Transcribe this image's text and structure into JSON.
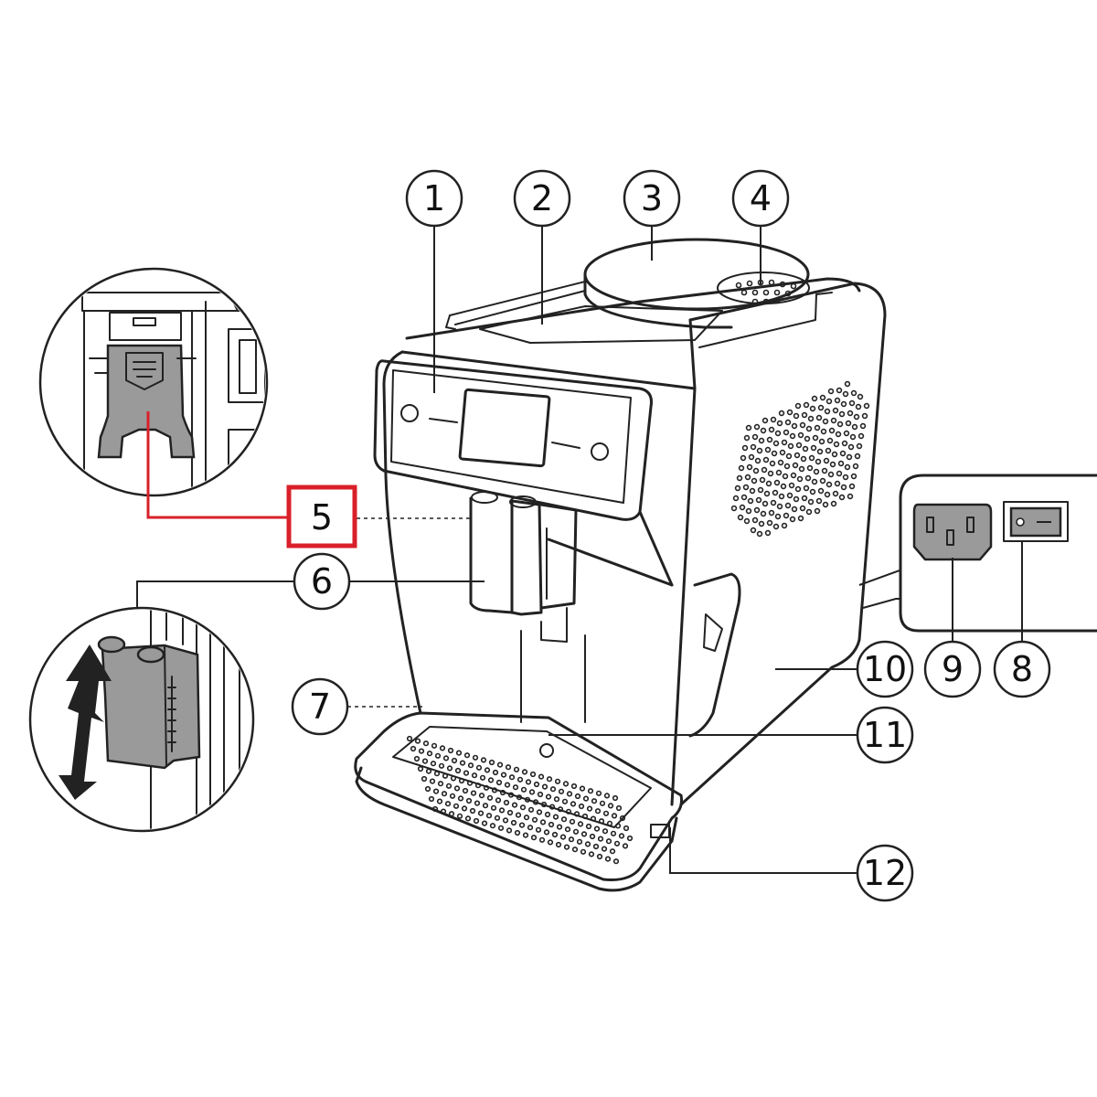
{
  "callouts": [
    {
      "label": "1"
    },
    {
      "label": "2"
    },
    {
      "label": "3"
    },
    {
      "label": "4"
    },
    {
      "label": "5"
    },
    {
      "label": "6"
    },
    {
      "label": "7"
    },
    {
      "label": "8"
    },
    {
      "label": "9"
    },
    {
      "label": "10"
    },
    {
      "label": "11"
    },
    {
      "label": "12"
    }
  ],
  "colors": {
    "highlight": "#d9202a",
    "part_gray": "#9a9a9a",
    "ink": "#222222"
  }
}
